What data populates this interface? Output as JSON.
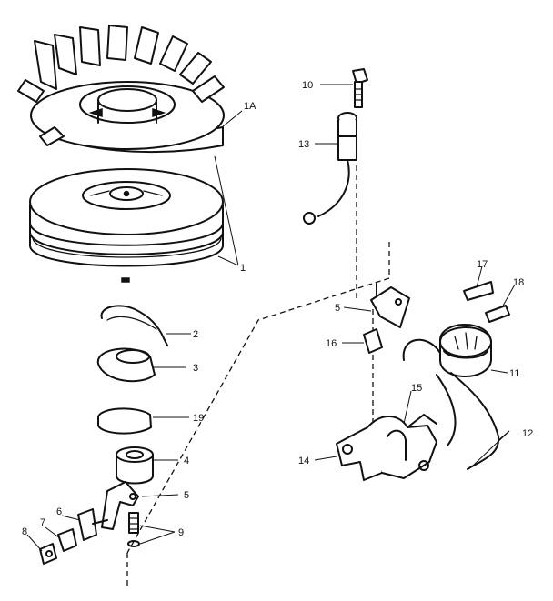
{
  "labels": {
    "flywheel_fan": "1A",
    "flywheel": "1",
    "bolt": "10",
    "spark_plug_wire": "13",
    "spring_clip": "2",
    "cam": "3",
    "washer_19": "19",
    "bushing": "4",
    "lever_upper": "5",
    "lever_lower": "5",
    "screw_9": "9",
    "nut_6": "6",
    "nut_7": "7",
    "part_8": "8",
    "clip_17": "17",
    "clip_18": "18",
    "terminal_16": "16",
    "coil": "11",
    "leads": "12",
    "bracket_15": "15",
    "base_14": "14"
  }
}
